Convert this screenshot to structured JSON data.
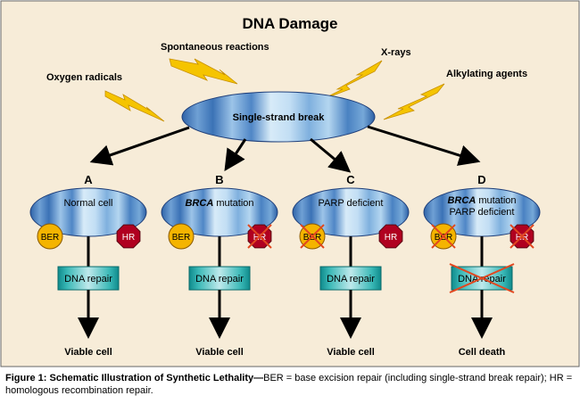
{
  "title": "DNA Damage",
  "sources": [
    {
      "label": "Oxygen radicals",
      "icon": "lightning-bolt-icon"
    },
    {
      "label": "Spontaneous reactions",
      "icon": "lightning-bolt-icon"
    },
    {
      "label": "X-rays",
      "icon": "lightning-bolt-icon"
    },
    {
      "label": "Alkylating agents",
      "icon": "lightning-bolt-icon"
    }
  ],
  "center_node": "Single-strand break",
  "panels": [
    {
      "letter": "A",
      "title_italic": "",
      "title_rest": "Normal cell",
      "subtitle": "",
      "ber": "BER",
      "hr": "HR",
      "ber_crossed": false,
      "hr_crossed": false,
      "repair": "DNA repair",
      "repair_crossed": false,
      "outcome": "Viable cell"
    },
    {
      "letter": "B",
      "title_italic": "BRCA",
      "title_rest": " mutation",
      "subtitle": "",
      "ber": "BER",
      "hr": "HR",
      "ber_crossed": false,
      "hr_crossed": true,
      "repair": "DNA repair",
      "repair_crossed": false,
      "outcome": "Viable cell"
    },
    {
      "letter": "C",
      "title_italic": "",
      "title_rest": "PARP deficient",
      "subtitle": "",
      "ber": "BER",
      "hr": "HR",
      "ber_crossed": true,
      "hr_crossed": false,
      "repair": "DNA repair",
      "repair_crossed": false,
      "outcome": "Viable cell"
    },
    {
      "letter": "D",
      "title_italic": "BRCA",
      "title_rest": " mutation",
      "subtitle": "PARP deficient",
      "ber": "BER",
      "hr": "HR",
      "ber_crossed": true,
      "hr_crossed": true,
      "repair": "DNA repair",
      "repair_crossed": true,
      "outcome": "Cell death"
    }
  ],
  "caption": {
    "bold": "Figure 1: Schematic Illustration of Synthetic Lethality",
    "dash": "—",
    "text": "BER = base excision repair (including single-strand break repair); HR = homologous recombination repair."
  },
  "colors": {
    "background": "#f7ecd8",
    "bolt": "#f5c400",
    "ellipse_blue": "#3a72b8",
    "ellipse_light": "#d8ecf8",
    "ber_fill": "#f4b400",
    "hr_fill": "#b00020",
    "repair_box": "#23a8a8",
    "cross": "#e2471f"
  }
}
